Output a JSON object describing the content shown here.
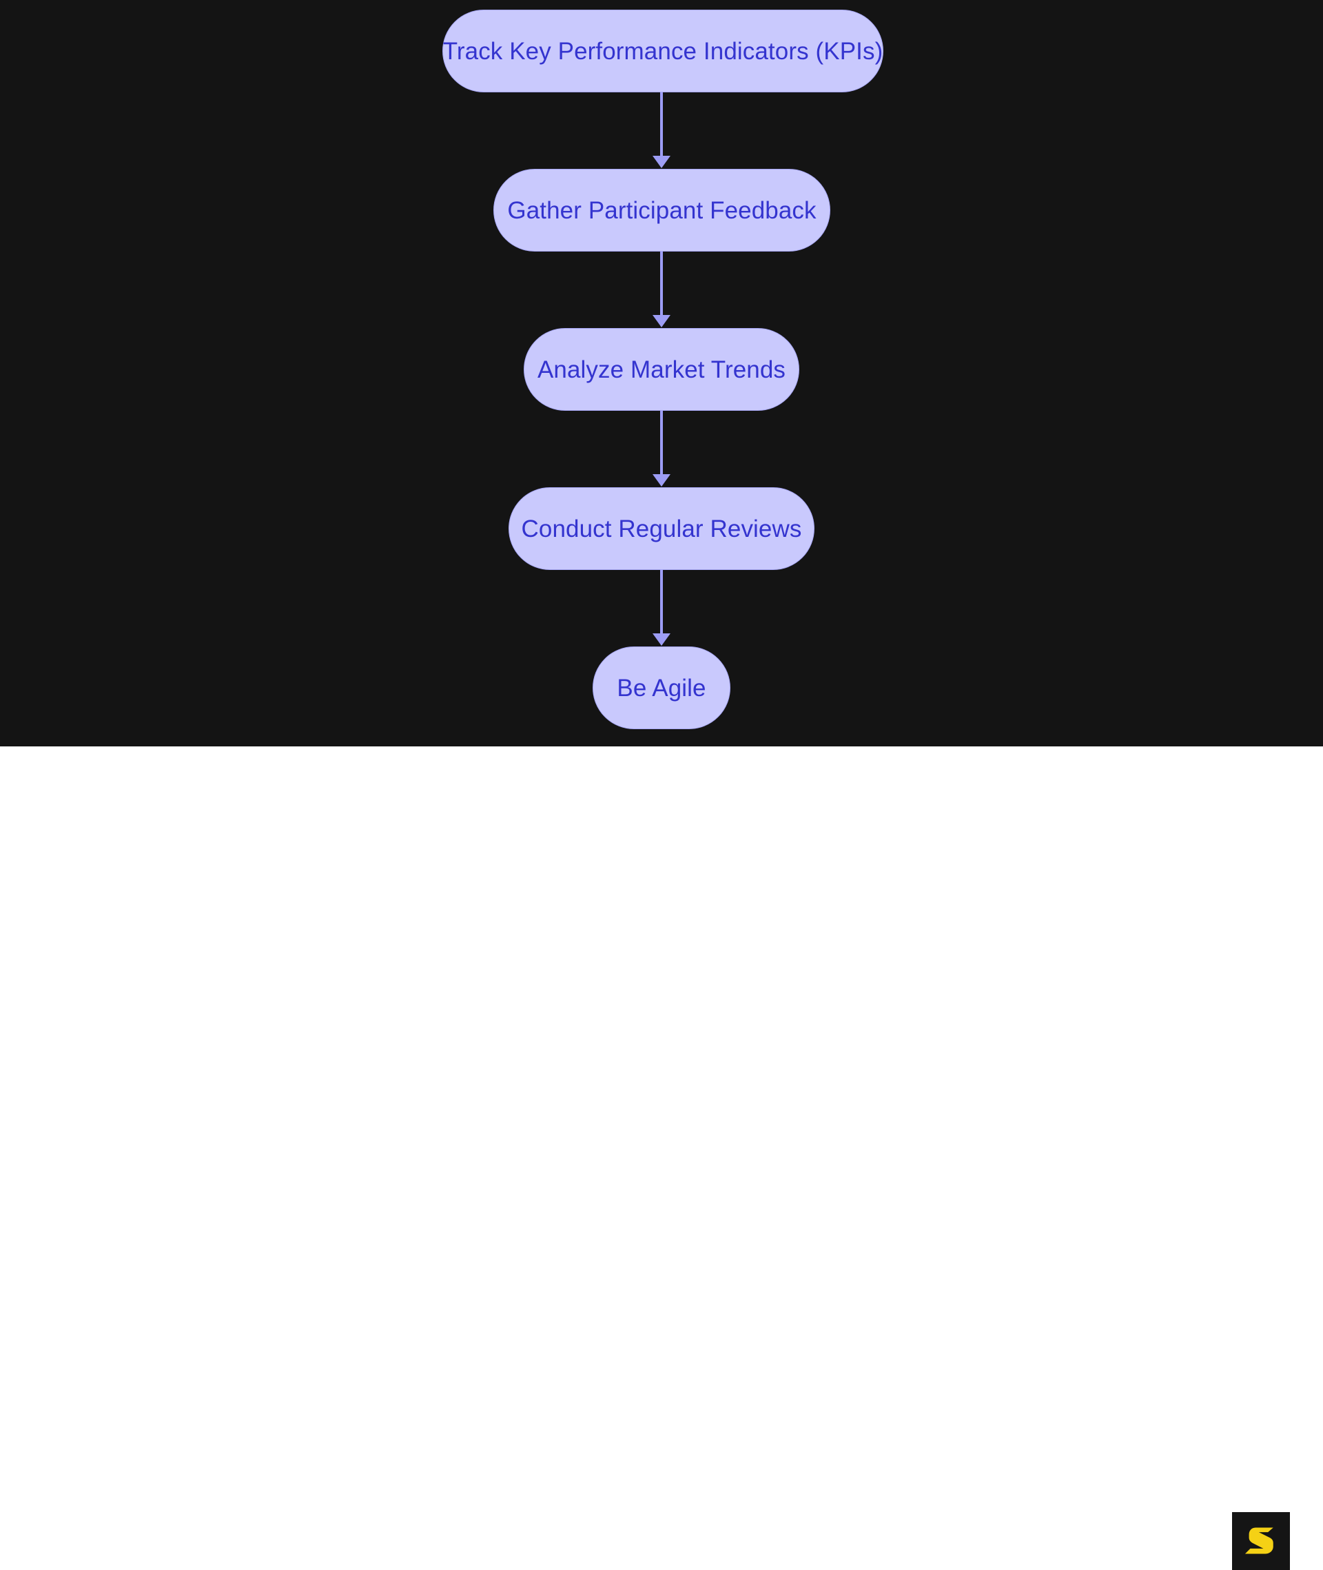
{
  "canvas": {
    "background_color": "#141414",
    "footer_background_color": "#ffffff"
  },
  "theme": {
    "node_fill": "#c9c9fd",
    "node_border": "#a8a8f6",
    "node_text": "#3434cf",
    "edge_color": "#9d9df5",
    "logo_color": "#f5d115",
    "logo_background": "#151515"
  },
  "diagram": {
    "type": "flowchart",
    "direction": "top-to-bottom",
    "nodes": [
      {
        "id": "n1",
        "label": "Track Key Performance Indicators (KPIs)",
        "shape": "stadium"
      },
      {
        "id": "n2",
        "label": "Gather Participant Feedback",
        "shape": "stadium"
      },
      {
        "id": "n3",
        "label": "Analyze Market Trends",
        "shape": "stadium"
      },
      {
        "id": "n4",
        "label": "Conduct Regular Reviews",
        "shape": "stadium"
      },
      {
        "id": "n5",
        "label": "Be Agile",
        "shape": "stadium"
      }
    ],
    "edges": [
      {
        "from": "n1",
        "to": "n2",
        "label": ""
      },
      {
        "from": "n2",
        "to": "n3",
        "label": ""
      },
      {
        "from": "n3",
        "to": "n4",
        "label": ""
      },
      {
        "from": "n4",
        "to": "n5",
        "label": ""
      }
    ]
  },
  "branding": {
    "logo_glyph": "S",
    "logo_name": "s-logo-icon"
  }
}
